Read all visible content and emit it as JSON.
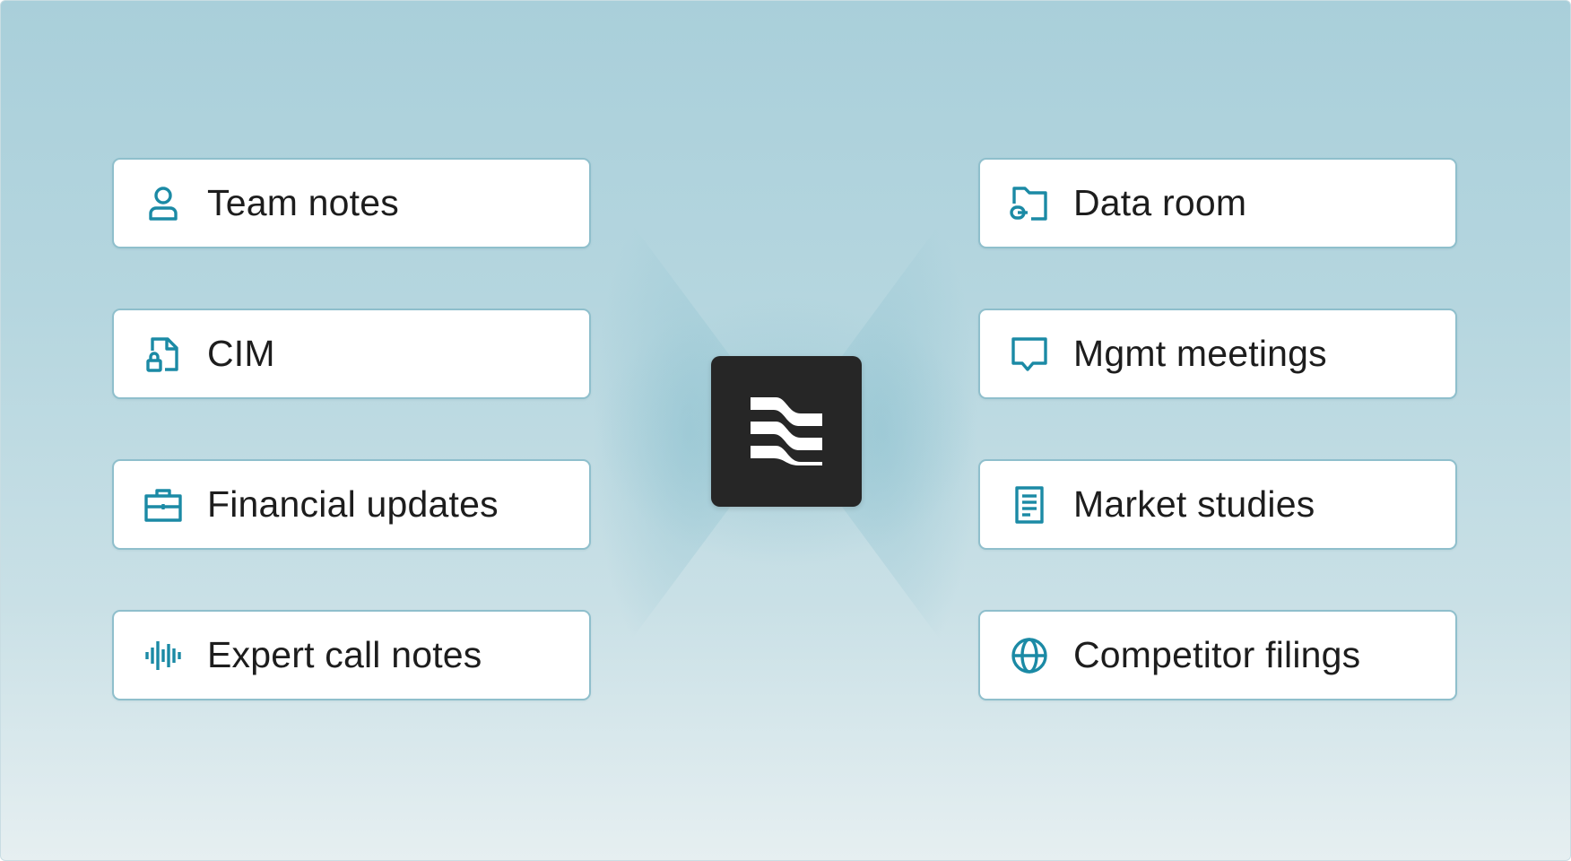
{
  "theme": {
    "accent": "#1b8aa5",
    "logo_bg": "#262626",
    "card_border": "#8fbfcc"
  },
  "left_sources": [
    {
      "label": "Team notes",
      "icon": "person-icon"
    },
    {
      "label": "CIM",
      "icon": "document-lock-icon"
    },
    {
      "label": "Financial updates",
      "icon": "briefcase-icon"
    },
    {
      "label": "Expert call notes",
      "icon": "audio-waveform-icon"
    }
  ],
  "right_sources": [
    {
      "label": "Data room",
      "icon": "folder-link-icon"
    },
    {
      "label": "Mgmt meetings",
      "icon": "chat-bubble-icon"
    },
    {
      "label": "Market studies",
      "icon": "document-lines-icon"
    },
    {
      "label": "Competitor filings",
      "icon": "globe-icon"
    }
  ],
  "center": {
    "icon": "brand-logo-icon"
  }
}
